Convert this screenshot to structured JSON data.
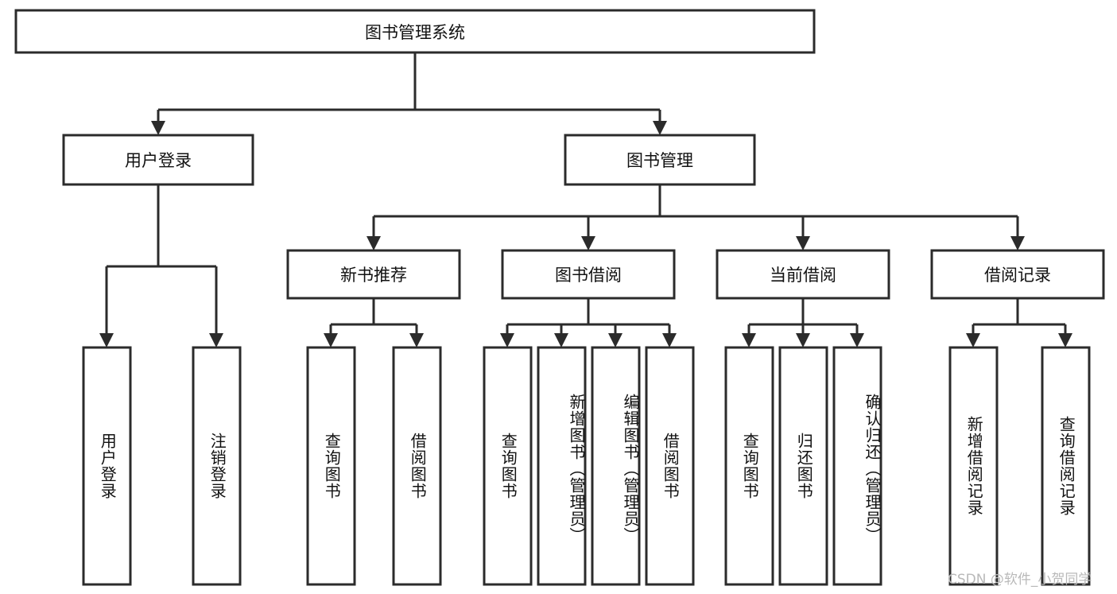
{
  "diagram": {
    "type": "tree-hierarchy-chart",
    "title": "图书管理系统",
    "colors": {
      "box_stroke": "#2b2b2b",
      "box_fill": "#ffffff",
      "text": "#111111",
      "background": "#ffffff",
      "watermark": "#b9b9b9"
    },
    "root": {
      "label": "图书管理系统"
    },
    "level2": [
      {
        "label": "用户登录"
      },
      {
        "label": "图书管理"
      }
    ],
    "level3": [
      {
        "label": "新书推荐"
      },
      {
        "label": "图书借阅"
      },
      {
        "label": "当前借阅"
      },
      {
        "label": "借阅记录"
      }
    ],
    "leaves": {
      "user_login": [
        {
          "label": "用户登录"
        },
        {
          "label": "注销登录"
        }
      ],
      "new_book_recommend": [
        {
          "label": "查询图书"
        },
        {
          "label": "借阅图书"
        }
      ],
      "book_borrow": [
        {
          "label": "查询图书"
        },
        {
          "label": "新增图书（管理员）"
        },
        {
          "label": "编辑图书（管理员）"
        },
        {
          "label": "借阅图书"
        }
      ],
      "current_borrow": [
        {
          "label": "查询图书"
        },
        {
          "label": "归还图书"
        },
        {
          "label": "确认归还（管理员）"
        }
      ],
      "borrow_record": [
        {
          "label": "新增借阅记录"
        },
        {
          "label": "查询借阅记录"
        }
      ]
    },
    "watermark": "CSDN @软件_小贺同学"
  }
}
